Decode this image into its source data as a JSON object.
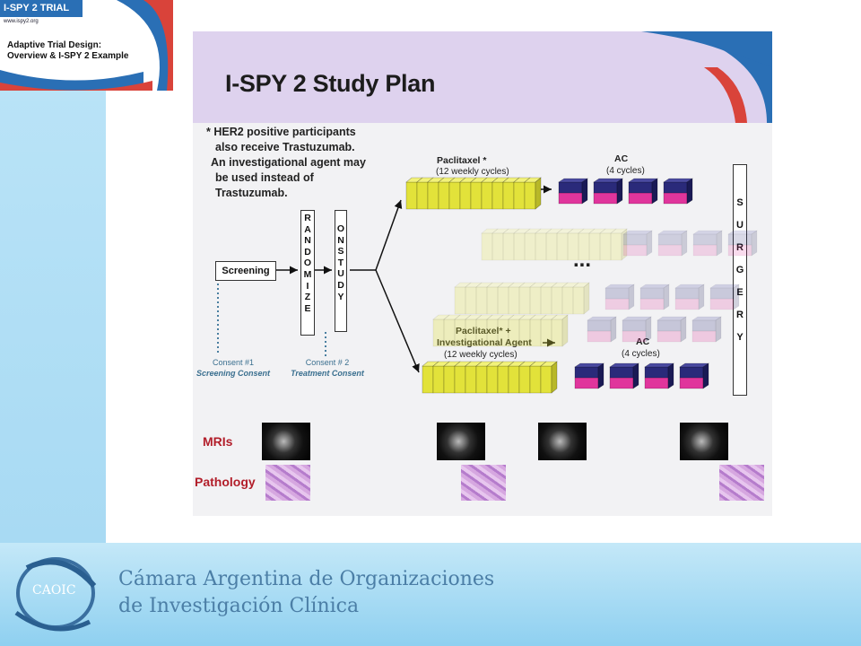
{
  "corner": {
    "logo_text": "I-SPY 2 TRIAL",
    "url": "www.ispy2.org",
    "title_line1": "Adaptive Trial Design:",
    "title_line2": "Overview & I-SPY 2 Example"
  },
  "slide": {
    "title": "I-SPY 2 Study Plan",
    "note_lines": [
      "* HER2 positive participants",
      "also receive Trastuzumab.",
      "An investigational agent may",
      "be used instead of",
      "Trastuzumab."
    ],
    "screening_label": "Screening",
    "randomize_letters": [
      "R",
      "A",
      "N",
      "D",
      "O",
      "M",
      "I",
      "Z",
      "E"
    ],
    "onstudy_letters": [
      "O",
      "N",
      "S",
      "T",
      "U",
      "D",
      "Y"
    ],
    "surgery_letters": [
      "S",
      "U",
      "R",
      "G",
      "E",
      "R",
      "Y"
    ],
    "consent1": {
      "line1": "Consent #1",
      "line2": "Screening Consent"
    },
    "consent2": {
      "line1": "Consent # 2",
      "line2": "Treatment Consent"
    },
    "top_arm": {
      "drug": "Paclitaxel *",
      "cycles": "(12 weekly cycles)",
      "ac": "AC",
      "ac_cycles": "(4 cycles)"
    },
    "bottom_arm": {
      "drug_line1": "Paclitaxel* +",
      "drug_line2": "Investigational Agent",
      "cycles": "(12 weekly cycles)",
      "ac": "AC",
      "ac_cycles": "(4 cycles)"
    },
    "ellipsis": "...",
    "mri_label": "MRIs",
    "pathology_label": "Pathology"
  },
  "colors": {
    "header_bg": "#ded2ee",
    "paclitaxel_yellow": "#e2e23a",
    "ac_navy": "#2a2a7a",
    "ac_magenta": "#e0359c",
    "mri_label_red": "#b21e2a",
    "footer_blue": "#4b7ea6"
  },
  "footer": {
    "logo_text": "CAOIC",
    "name_line1": "Cámara Argentina de Organizaciones",
    "name_line2": "de Investigación Clínica"
  }
}
